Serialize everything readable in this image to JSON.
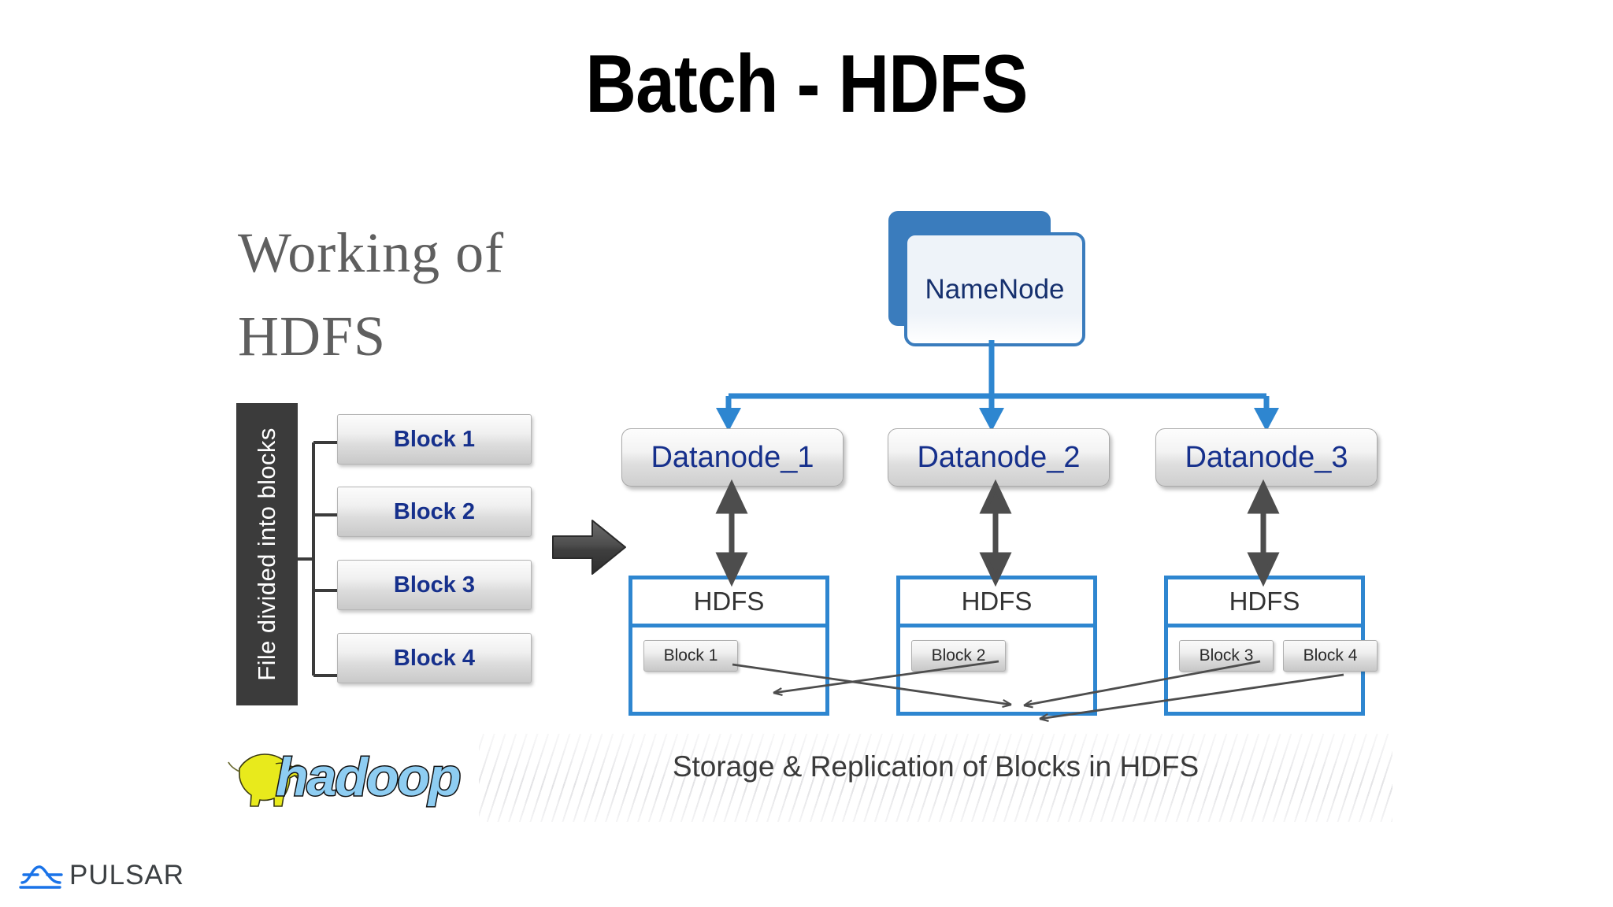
{
  "slide": {
    "title": "Batch - HDFS",
    "background_color": "#ffffff"
  },
  "diagram": {
    "heading_line1": "Working of",
    "heading_line2": "HDFS",
    "caption": "Storage & Replication of Blocks in HDFS",
    "file_label": "File divided into blocks",
    "source_blocks": [
      {
        "label": "Block 1"
      },
      {
        "label": "Block 2"
      },
      {
        "label": "Block 3"
      },
      {
        "label": "Block 4"
      }
    ],
    "namenode": {
      "label": "NameNode"
    },
    "datanodes": [
      {
        "label": "Datanode_1"
      },
      {
        "label": "Datanode_2"
      },
      {
        "label": "Datanode_3"
      }
    ],
    "hdfs_nodes": [
      {
        "title": "HDFS",
        "blocks": [
          "Block 1"
        ]
      },
      {
        "title": "HDFS",
        "blocks": [
          "Block 2"
        ]
      },
      {
        "title": "HDFS",
        "blocks": [
          "Block 3",
          "Block 4"
        ]
      }
    ],
    "colors": {
      "namenode_blue": "#3a7cbd",
      "hdfs_border_blue": "#2e86d0",
      "node_text_navy": "#16308c",
      "label_bar_gray": "#3b3b3b",
      "heading_gray": "#5f5f5f",
      "arrow_gray": "#4d4d4d"
    }
  },
  "hadoop_logo": {
    "wordmark": "hadoop"
  },
  "footer": {
    "brand": "PULSAR",
    "brand_color": "#3c4043",
    "icon_color": "#1a73e8"
  }
}
